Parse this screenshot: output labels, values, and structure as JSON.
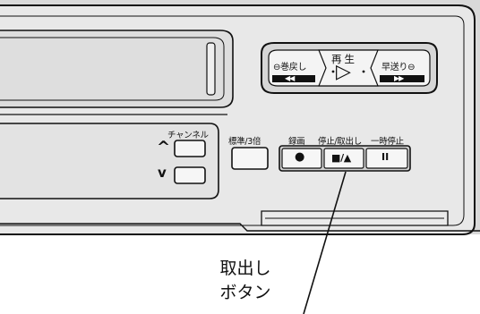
{
  "labels": {
    "channel": "チャンネル",
    "ch_up": "^",
    "ch_down": "v",
    "mode": "標準/3倍",
    "record": "録画",
    "stop_eject": "停止/取出し",
    "pause": "一時停止",
    "play": "再 生",
    "rewind": "巻戻し",
    "fast_forward": "早送り"
  },
  "glyphs": {
    "record": "●",
    "stop_eject": "■/▲",
    "pause": "II",
    "play": "▷",
    "rewind": "◀◀",
    "fast_forward": "▶▶"
  },
  "callout": {
    "line1": "取出し",
    "line2": "ボタン"
  },
  "colors": {
    "panel": "#e6e6e6",
    "outline": "#111111",
    "label_bar": "#111111"
  }
}
